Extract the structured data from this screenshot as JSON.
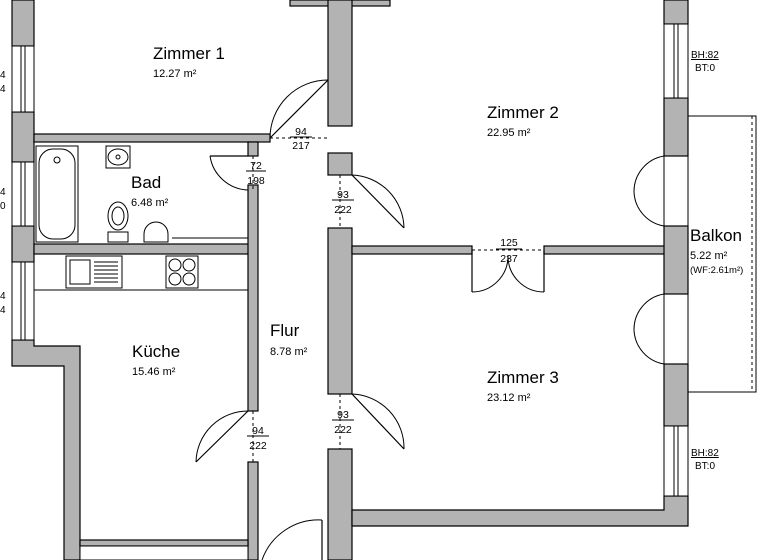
{
  "rooms": {
    "zimmer1": {
      "name": "Zimmer 1",
      "area": "12.27 m²"
    },
    "zimmer2": {
      "name": "Zimmer 2",
      "area": "22.95 m²"
    },
    "zimmer3": {
      "name": "Zimmer 3",
      "area": "23.12 m²"
    },
    "bad": {
      "name": "Bad",
      "area": "6.48 m²"
    },
    "kueche": {
      "name": "Küche",
      "area": "15.46 m²"
    },
    "flur": {
      "name": "Flur",
      "area": "8.78 m²"
    },
    "balkon": {
      "name": "Balkon",
      "area": "5.22 m²",
      "note": "(WF:2.61m²)"
    }
  },
  "doors": {
    "d1": {
      "width": "94",
      "height": "217"
    },
    "d2": {
      "width": "72",
      "height": "198"
    },
    "d3": {
      "width": "93",
      "height": "222"
    },
    "d4": {
      "width": "125",
      "height": "237"
    },
    "d5": {
      "width": "93",
      "height": "222"
    },
    "d6": {
      "width": "94",
      "height": "222"
    }
  },
  "windows": {
    "w1": {
      "bh": "BH:82",
      "bt": "BT:0"
    },
    "w2": {
      "bh": "BH:82",
      "bt": "BT:0"
    }
  },
  "edge_labels": {
    "l1": "4",
    "l2": "4",
    "l3": "4",
    "l4": "0",
    "l5": "4",
    "l6": "4"
  }
}
